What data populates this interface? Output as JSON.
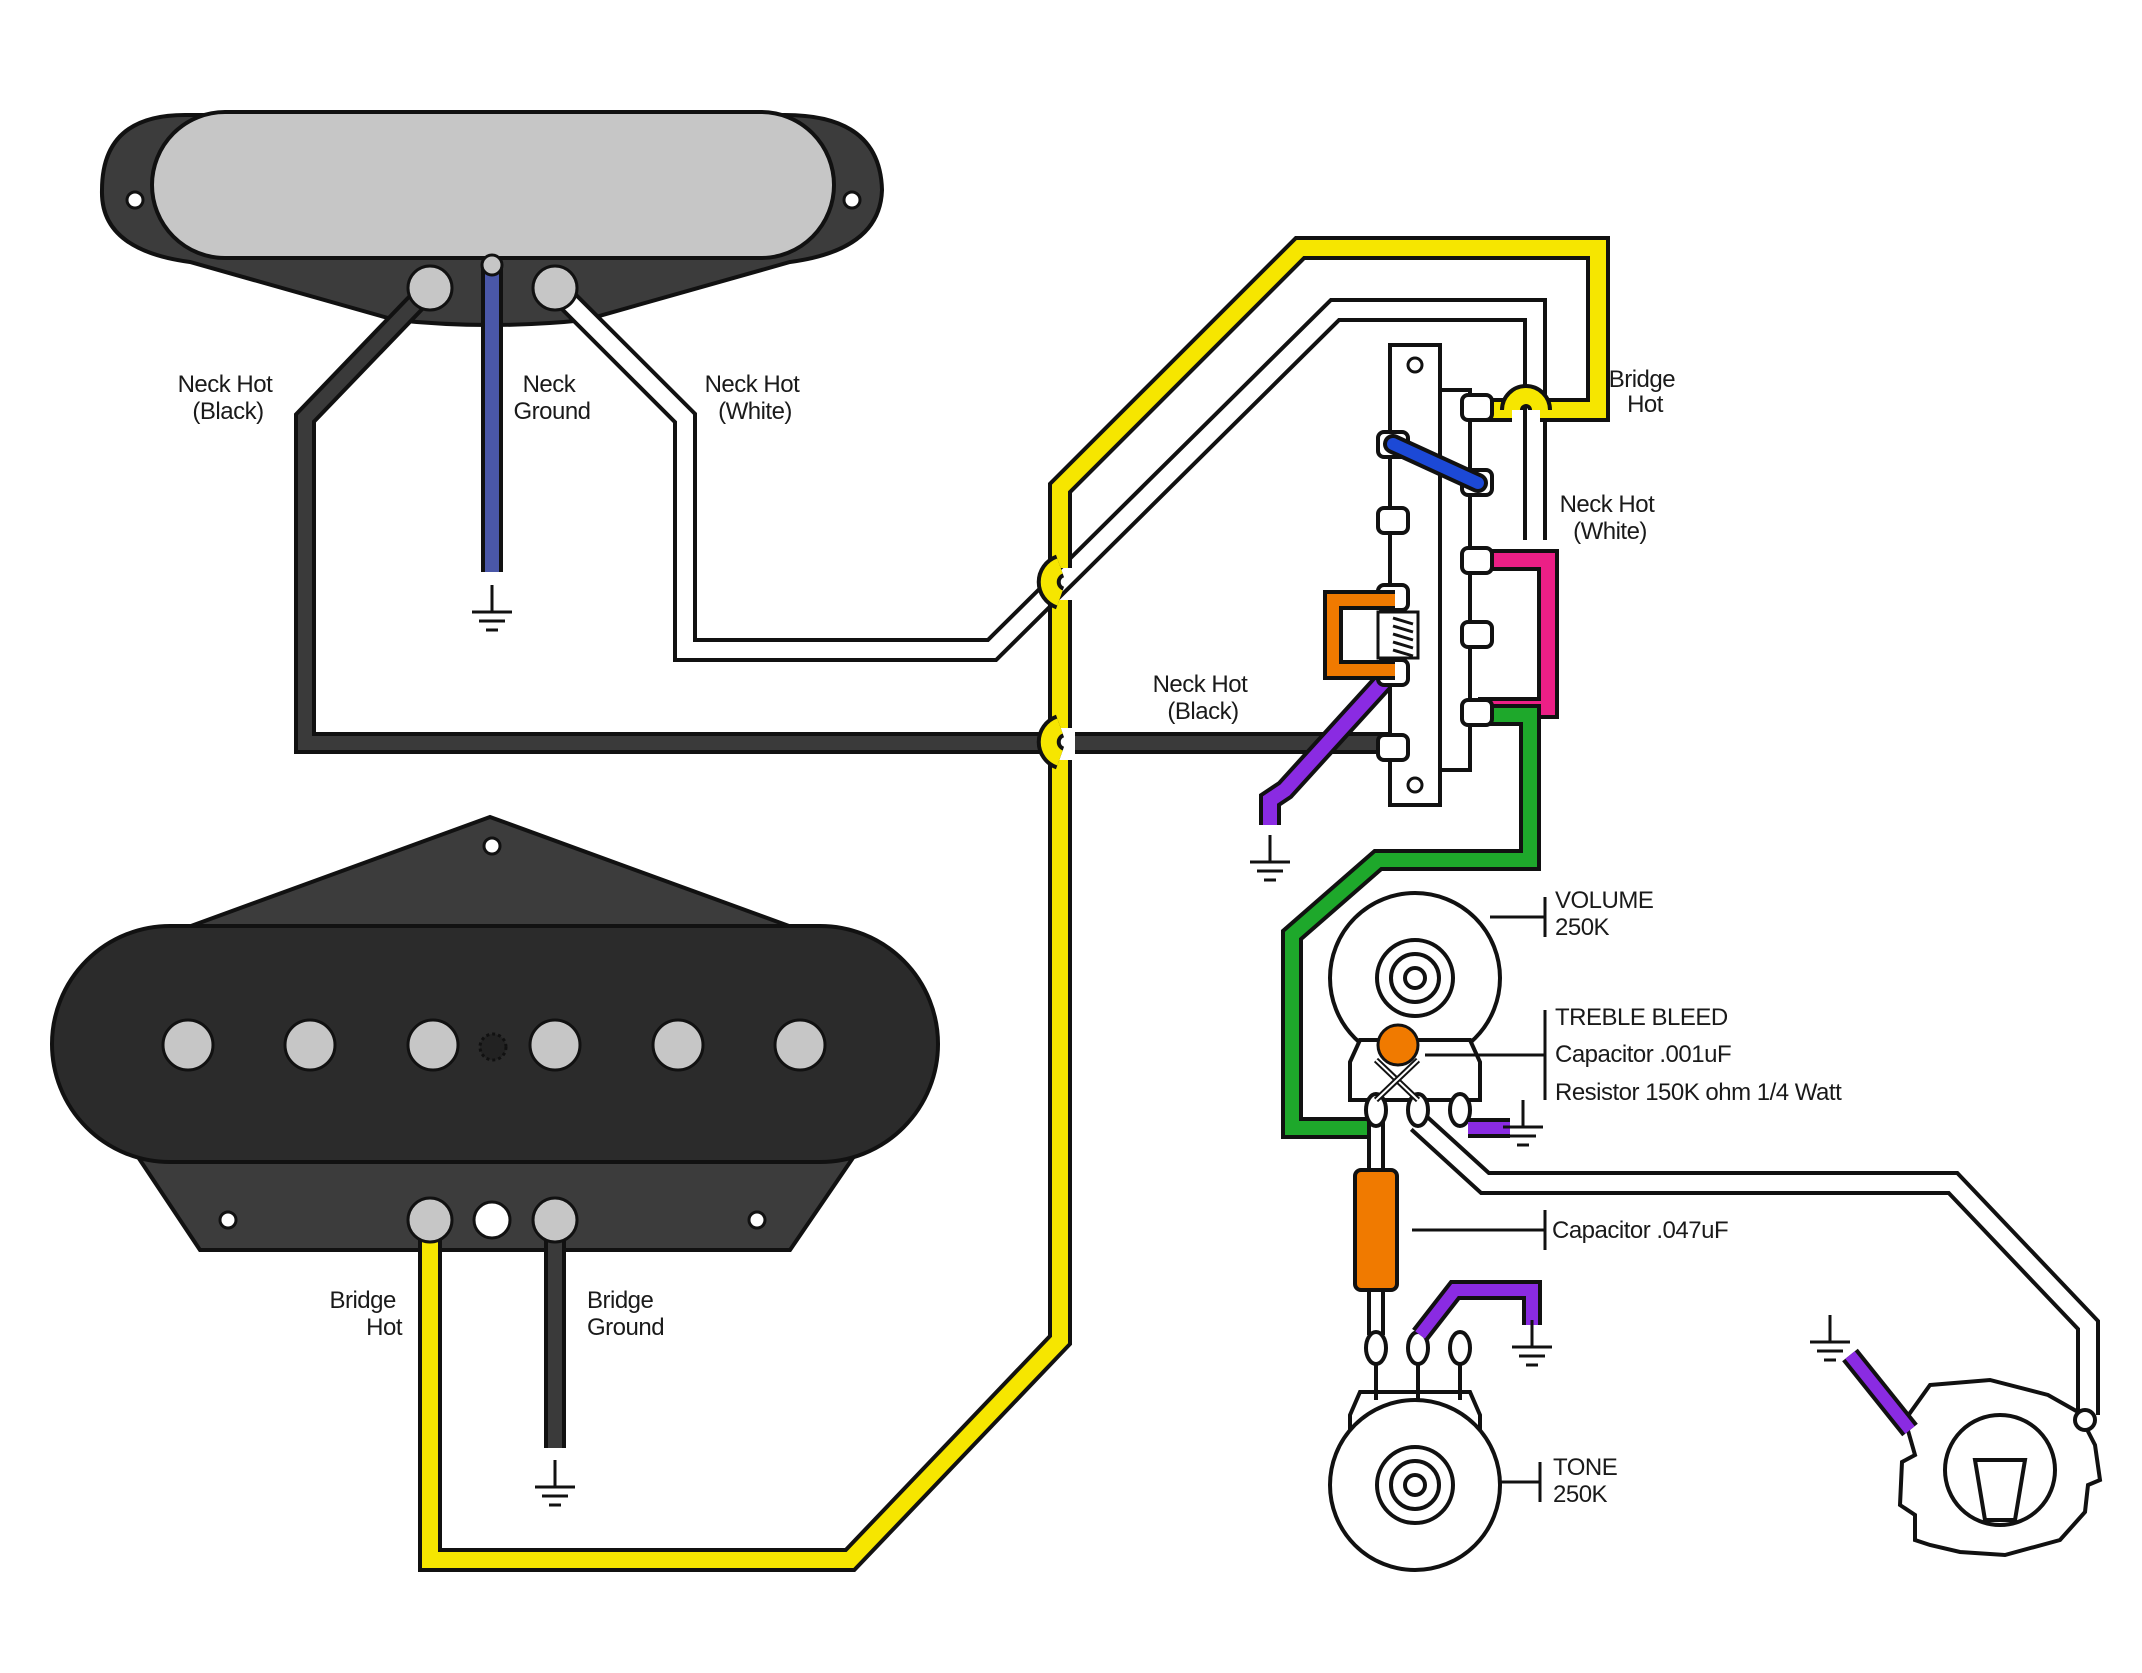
{
  "colors": {
    "yellow": "#f6e600",
    "white": "#ffffff",
    "black_wire": "#3a3a3a",
    "blue_ground": "#4a57a8",
    "blue_jumper": "#1c49d6",
    "pink": "#ec1f86",
    "green": "#1ea82b",
    "purple": "#8a2be2",
    "orange": "#f07a00",
    "neck_cover": "#c6c6c6",
    "bridge_body": "#2d2d2d",
    "pole": "#c6c6c6"
  },
  "labels": {
    "neck_hot_black": [
      "Neck Hot",
      "(Black)"
    ],
    "neck_ground": [
      "Neck",
      "Ground"
    ],
    "neck_hot_white": [
      "Neck Hot",
      "(White)"
    ],
    "bridge_hot_top": [
      "Bridge",
      "Hot"
    ],
    "neck_hot_white_switch": [
      "Neck Hot",
      "(White)"
    ],
    "neck_hot_black_switch": [
      "Neck Hot",
      "(Black)"
    ],
    "bridge_hot_bottom": [
      "Bridge",
      "Hot"
    ],
    "bridge_ground": [
      "Bridge",
      "Ground"
    ],
    "volume": [
      "VOLUME",
      "250K"
    ],
    "treble_bleed": [
      "TREBLE BLEED",
      "Capacitor .001uF",
      "Resistor 150K ohm 1/4 Watt"
    ],
    "tone_cap": "Capacitor .047uF",
    "tone": [
      "TONE",
      "250K"
    ]
  }
}
